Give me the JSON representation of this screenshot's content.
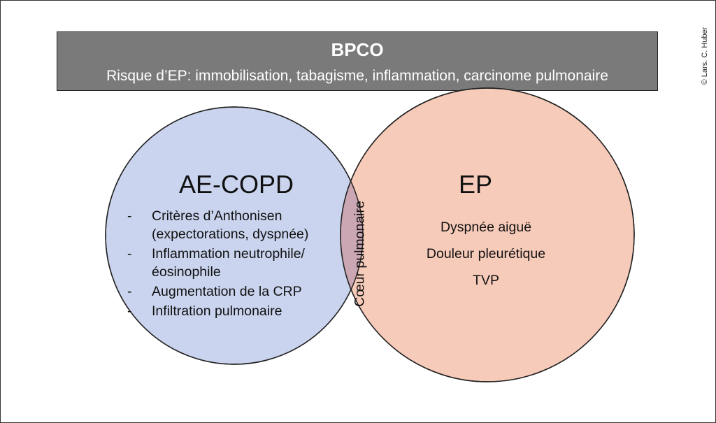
{
  "header": {
    "title": "BPCO",
    "subtitle": "Risque d’EP: immobilisation, tabagisme, inflammation, carcinome pulmonaire"
  },
  "copyright": "© Lars. C. Huber",
  "left_circle": {
    "label": "AE-COPD",
    "items": [
      "Critères d’Anthonisen (expectorations, dyspnée)",
      "Inflammation neutrophile/éosinophile",
      "Augmentation de la CRP",
      "Infiltration pulmonaire"
    ],
    "bullet": "-",
    "color": "#cad4ee"
  },
  "right_circle": {
    "label": "EP",
    "items": [
      "Dyspnée aiguë",
      "Douleur pleurétique",
      "TVP"
    ],
    "color": "#f7cbb9"
  },
  "overlap": {
    "label": "Cœur pulmonaire",
    "color": "#cba7b4"
  },
  "colors": {
    "header_bg": "#7a7a7a",
    "header_text": "#ffffff",
    "outline": "#222222"
  }
}
